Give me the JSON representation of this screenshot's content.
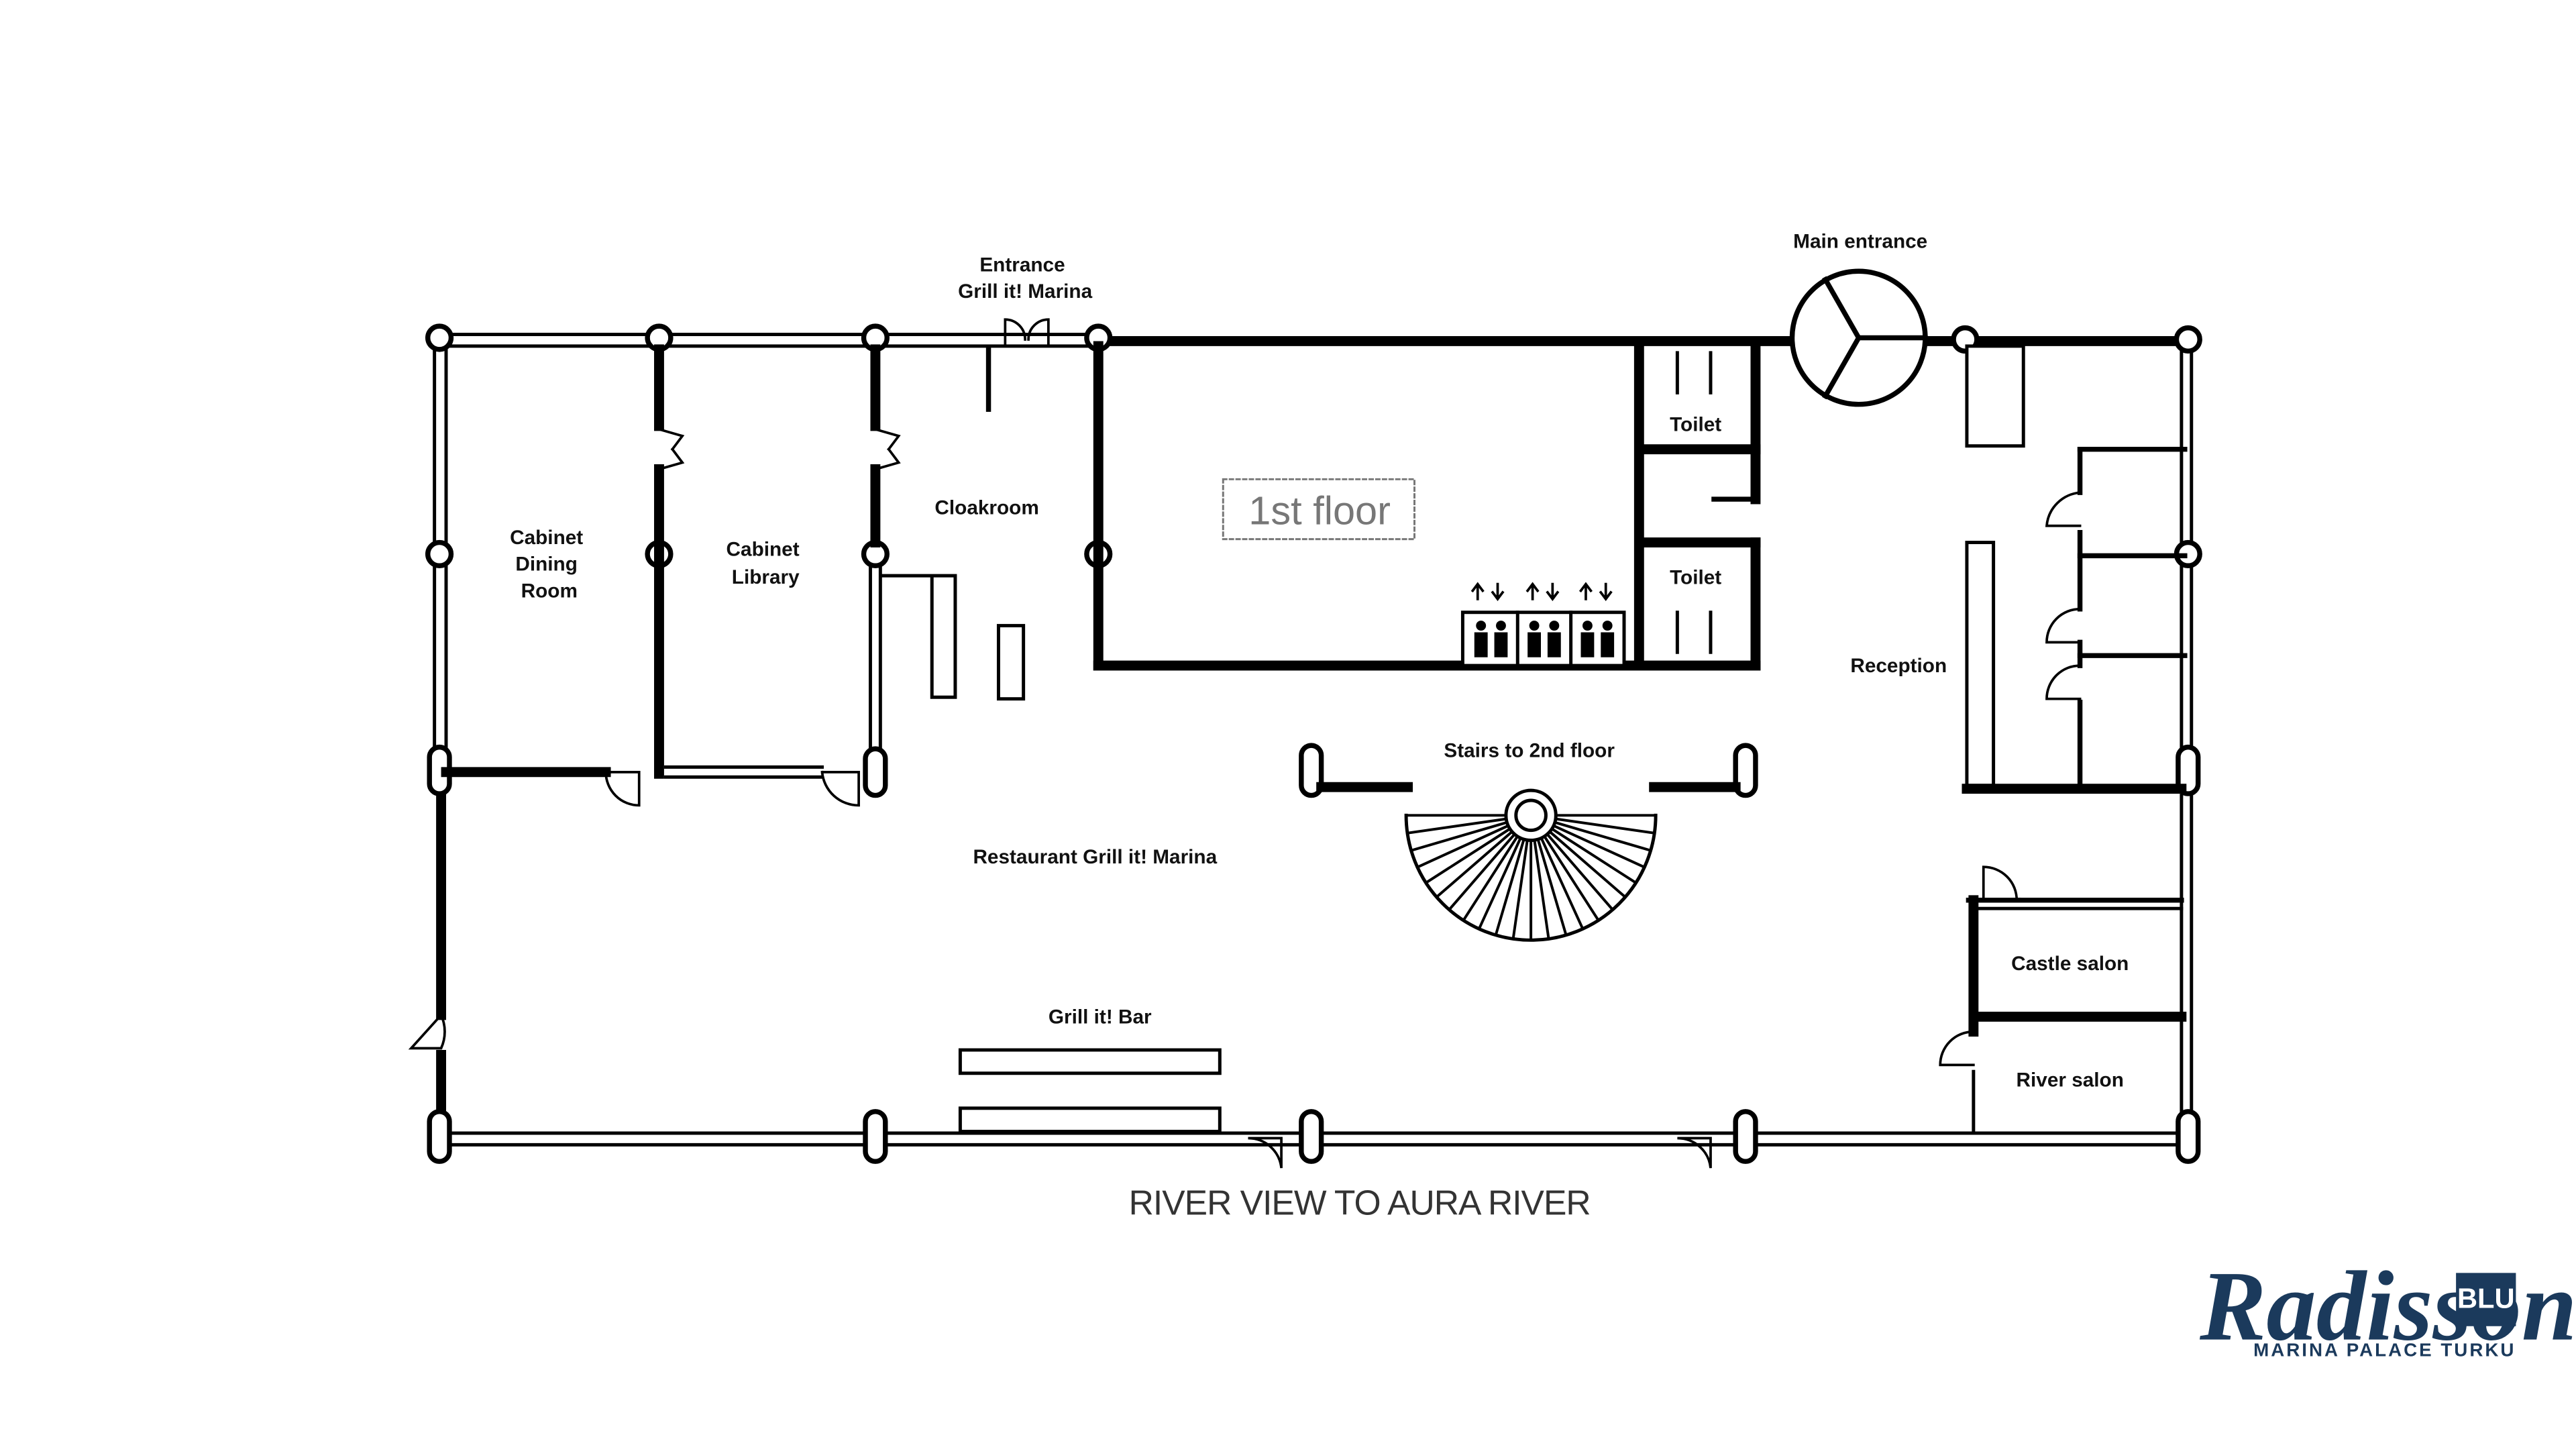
{
  "rooms": {
    "cabinet_dining": [
      "Cabinet",
      "Dining",
      "Room"
    ],
    "cabinet_library": [
      "Cabinet",
      "Library"
    ],
    "cloakroom": "Cloakroom",
    "entrance_grill": [
      "Entrance",
      "Grill it! Marina"
    ],
    "first_floor": "1st floor",
    "toilet_top": "Toilet",
    "toilet_bottom": "Toilet",
    "main_entrance": "Main entrance",
    "reception": "Reception",
    "stairs": "Stairs to 2nd floor",
    "restaurant": "Restaurant Grill it! Marina",
    "bar": "Grill it! Bar",
    "castle_salon": "Castle salon",
    "river_salon": "River salon"
  },
  "river_view": "RIVER VIEW TO AURA RIVER",
  "logo": {
    "brand": "Radisson",
    "badge": "BLU",
    "subtitle": "MARINA PALACE TURKU",
    "color": "#1b3a5c"
  },
  "icons": {
    "elevator": "elevator-icon",
    "spiral_stairs": "spiral-stairs-icon",
    "revolving_door": "revolving-door-icon",
    "door_swing": "door-swing-icon"
  }
}
